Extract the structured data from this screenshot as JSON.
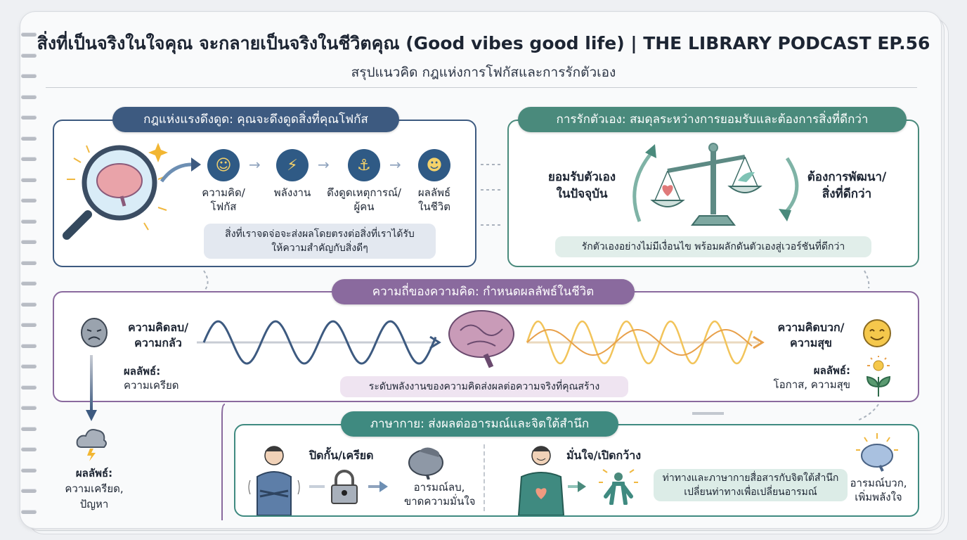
{
  "header": {
    "title": "สิ่งที่เป็นจริงในใจคุณ จะกลายเป็นจริงในชีวิตคุณ (Good vibes good life) | THE LIBRARY PODCAST EP.56",
    "subtitle": "สรุปแนวคิด กฎแห่งการโฟกัสและการรักตัวเอง"
  },
  "colors": {
    "blue": "#3d5a80",
    "green": "#4a8a7c",
    "purple": "#8a6a9e",
    "teal": "#3f8a80",
    "orange": "#e8a04a"
  },
  "attraction": {
    "heading": "กฎแห่งแรงดึงดูด: คุณจะดึงดูดสิ่งที่คุณโฟกัส",
    "steps": [
      {
        "icon": "head-icon",
        "label1": "ความคิด/",
        "label2": "โฟกัส"
      },
      {
        "icon": "lightning-icon",
        "label1": "พลังงาน",
        "label2": ""
      },
      {
        "icon": "anchor-icon",
        "label1": "ดึงดูดเหตุการณ์/",
        "label2": "ผู้คน"
      },
      {
        "icon": "hand-smile-icon",
        "label1": "ผลลัพธ์",
        "label2": "ในชีวิต"
      }
    ],
    "note1": "สิ่งที่เราจดจ่อจะส่งผลโดยตรงต่อสิ่งที่เราได้รับ",
    "note2": "ให้ความสำคัญกับสิ่งดีๆ"
  },
  "self_love": {
    "heading": "การรักตัวเอง: สมดุลระหว่างการยอมรับและต้องการสิ่งที่ดีกว่า",
    "left1": "ยอมรับตัวเอง",
    "left2": "ในปัจจุบัน",
    "right1": "ต้องการพัฒนา/",
    "right2": "สิ่งที่ดีกว่า",
    "note": "รักตัวเองอย่างไม่มีเงื่อนไข พร้อมผลักดันตัวเองสู่เวอร์ชันที่ดีกว่า"
  },
  "frequency": {
    "heading": "ความถี่ของความคิด: กำหนดผลลัพธ์ในชีวิต",
    "neg1": "ความคิดลบ/",
    "neg2": "ความกลัว",
    "neg_result1": "ผลลัพธ์:",
    "neg_result2": "ความเครียด",
    "pos1": "ความคิดบวก/",
    "pos2": "ความสุข",
    "pos_result1": "ผลลัพธ์:",
    "pos_result2": "โอกาส, ความสุข",
    "note": "ระดับพลังงานของความคิดส่งผลต่อความจริงที่คุณสร้าง",
    "down_result1": "ผลลัพธ์:",
    "down_result2": "ความเครียด,",
    "down_result3": "ปัญหา"
  },
  "body_language": {
    "heading": "ภาษากาย: ส่งผลต่ออารมณ์และจิตใต้สำนึก",
    "closed": "ปิดกั้น/เครียด",
    "closed_result1": "อารมณ์ลบ,",
    "closed_result2": "ขาดความมั่นใจ",
    "open": "มั่นใจ/เปิดกว้าง",
    "note1": "ท่าทางและภาษากายสื่อสารกับจิตใต้สำนึก",
    "note2": "เปลี่ยนท่าทางเพื่อเปลี่ยนอารมณ์",
    "open_result1": "อารมณ์บวก,",
    "open_result2": "เพิ่มพลังใจ"
  }
}
